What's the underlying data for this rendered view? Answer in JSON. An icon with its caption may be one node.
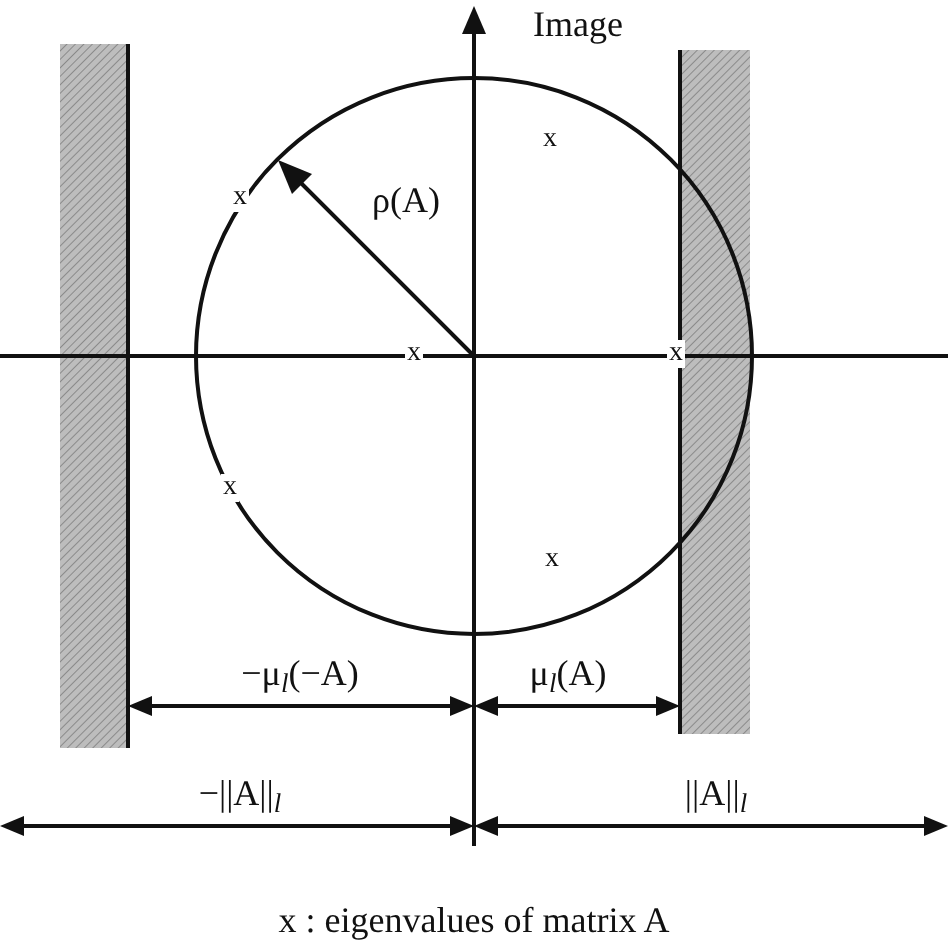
{
  "diagram": {
    "caption": "x : eigenvalues of matrix A",
    "labels": [
      "Image",
      "x",
      "x",
      "ρ(A)",
      "x",
      "x",
      "x",
      "x",
      "−μ$_{l}$(−A)",
      "μ$_{l}$(A)",
      "−||A||$_{l}$",
      "||A||$_{l}$"
    ]
  }
}
